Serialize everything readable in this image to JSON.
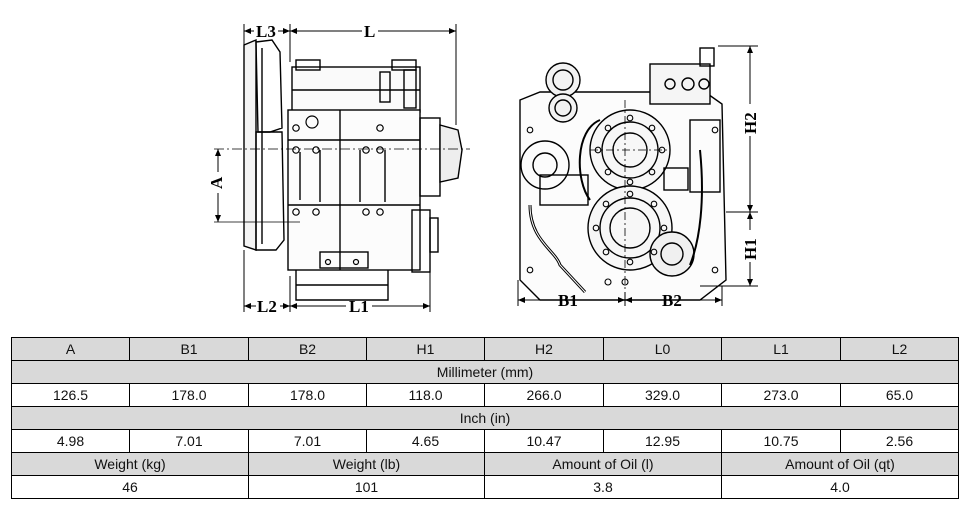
{
  "drawing": {
    "dimension_labels": {
      "L3": "L3",
      "L": "L",
      "A": "A",
      "L2": "L2",
      "L1": "L1",
      "H2": "H2",
      "H1": "H1",
      "B1": "B1",
      "B2": "B2"
    }
  },
  "table": {
    "headers": [
      "A",
      "B1",
      "B2",
      "H1",
      "H2",
      "L0",
      "L1",
      "L2"
    ],
    "mm_label": "Millimeter (mm)",
    "mm_values": [
      "126.5",
      "178.0",
      "178.0",
      "118.0",
      "266.0",
      "329.0",
      "273.0",
      "65.0"
    ],
    "in_label": "Inch (in)",
    "in_values": [
      "4.98",
      "7.01",
      "7.01",
      "4.65",
      "10.47",
      "12.95",
      "10.75",
      "2.56"
    ],
    "weight_headers": [
      "Weight (kg)",
      "Weight (lb)",
      "Amount of Oil (l)",
      "Amount of Oil (qt)"
    ],
    "weight_values": [
      "46",
      "101",
      "3.8",
      "4.0"
    ]
  }
}
